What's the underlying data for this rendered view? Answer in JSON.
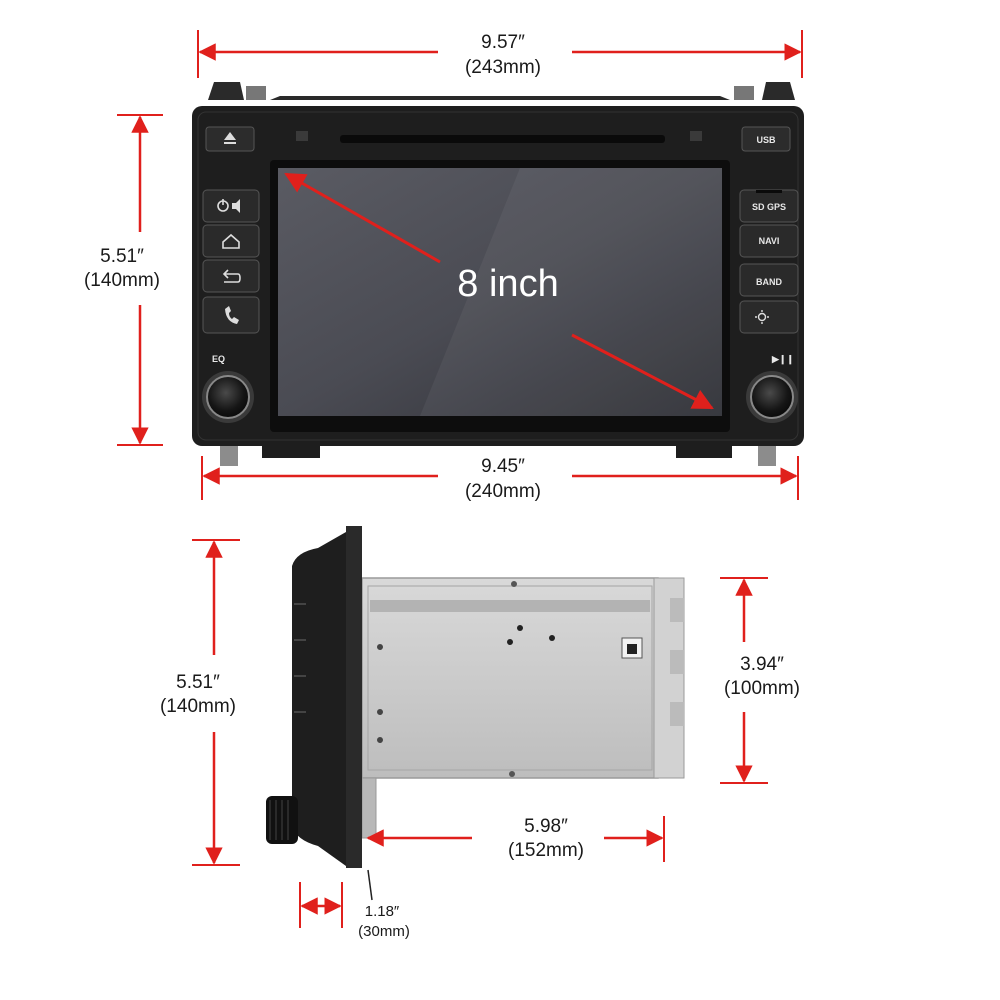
{
  "colors": {
    "dimension_red": "#e0201c",
    "unit_body": "#1e1e1e",
    "screen": "#4a4a52",
    "chassis": "#c9c9c9"
  },
  "front_view": {
    "screen_label": "8 inch",
    "dimensions": {
      "top_width": {
        "inch": "9.57″",
        "mm": "(243mm)"
      },
      "bottom_width": {
        "inch": "9.45″",
        "mm": "(240mm)"
      },
      "height": {
        "inch": "5.51″",
        "mm": "(140mm)"
      }
    },
    "buttons_left": [
      {
        "name": "eject-icon"
      },
      {
        "name": "power-mute-icon"
      },
      {
        "name": "home-icon"
      },
      {
        "name": "back-icon"
      },
      {
        "name": "phone-icon"
      }
    ],
    "buttons_right": {
      "usb": "USB",
      "sd_gps": "SD GPS",
      "navi": "NAVI",
      "band": "BAND"
    },
    "knob_labels": {
      "left": "EQ",
      "right": "▶❙❙"
    }
  },
  "side_view": {
    "dimensions": {
      "height": {
        "inch": "5.51″",
        "mm": "(140mm)"
      },
      "chassis_height": {
        "inch": "3.94″",
        "mm": "(100mm)"
      },
      "depth": {
        "inch": "5.98″",
        "mm": "(152mm)"
      },
      "face_depth": {
        "inch": "1.18″",
        "mm": "(30mm)"
      }
    }
  }
}
